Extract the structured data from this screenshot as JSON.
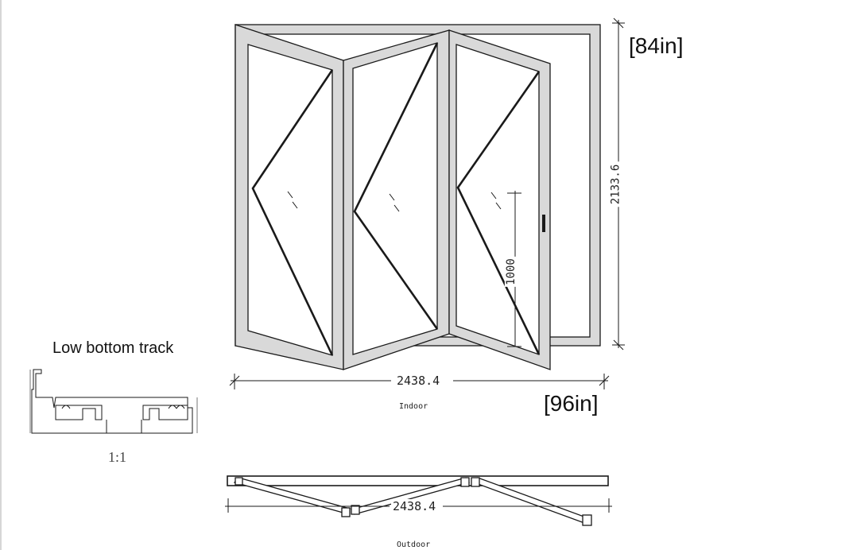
{
  "labels": {
    "track_title": "Low bottom track",
    "scale": "1:1",
    "height_in": "[84in]",
    "width_in": "[96in]",
    "height_mm": "2133.6",
    "width_mm_top": "2438.4",
    "width_mm_bottom": "2438.4",
    "handle_height": "1000",
    "indoor": "Indoor",
    "outdoor": "Outdoor"
  },
  "colors": {
    "frame_fill": "#d9d9d9",
    "line": "#1a1a1a"
  }
}
